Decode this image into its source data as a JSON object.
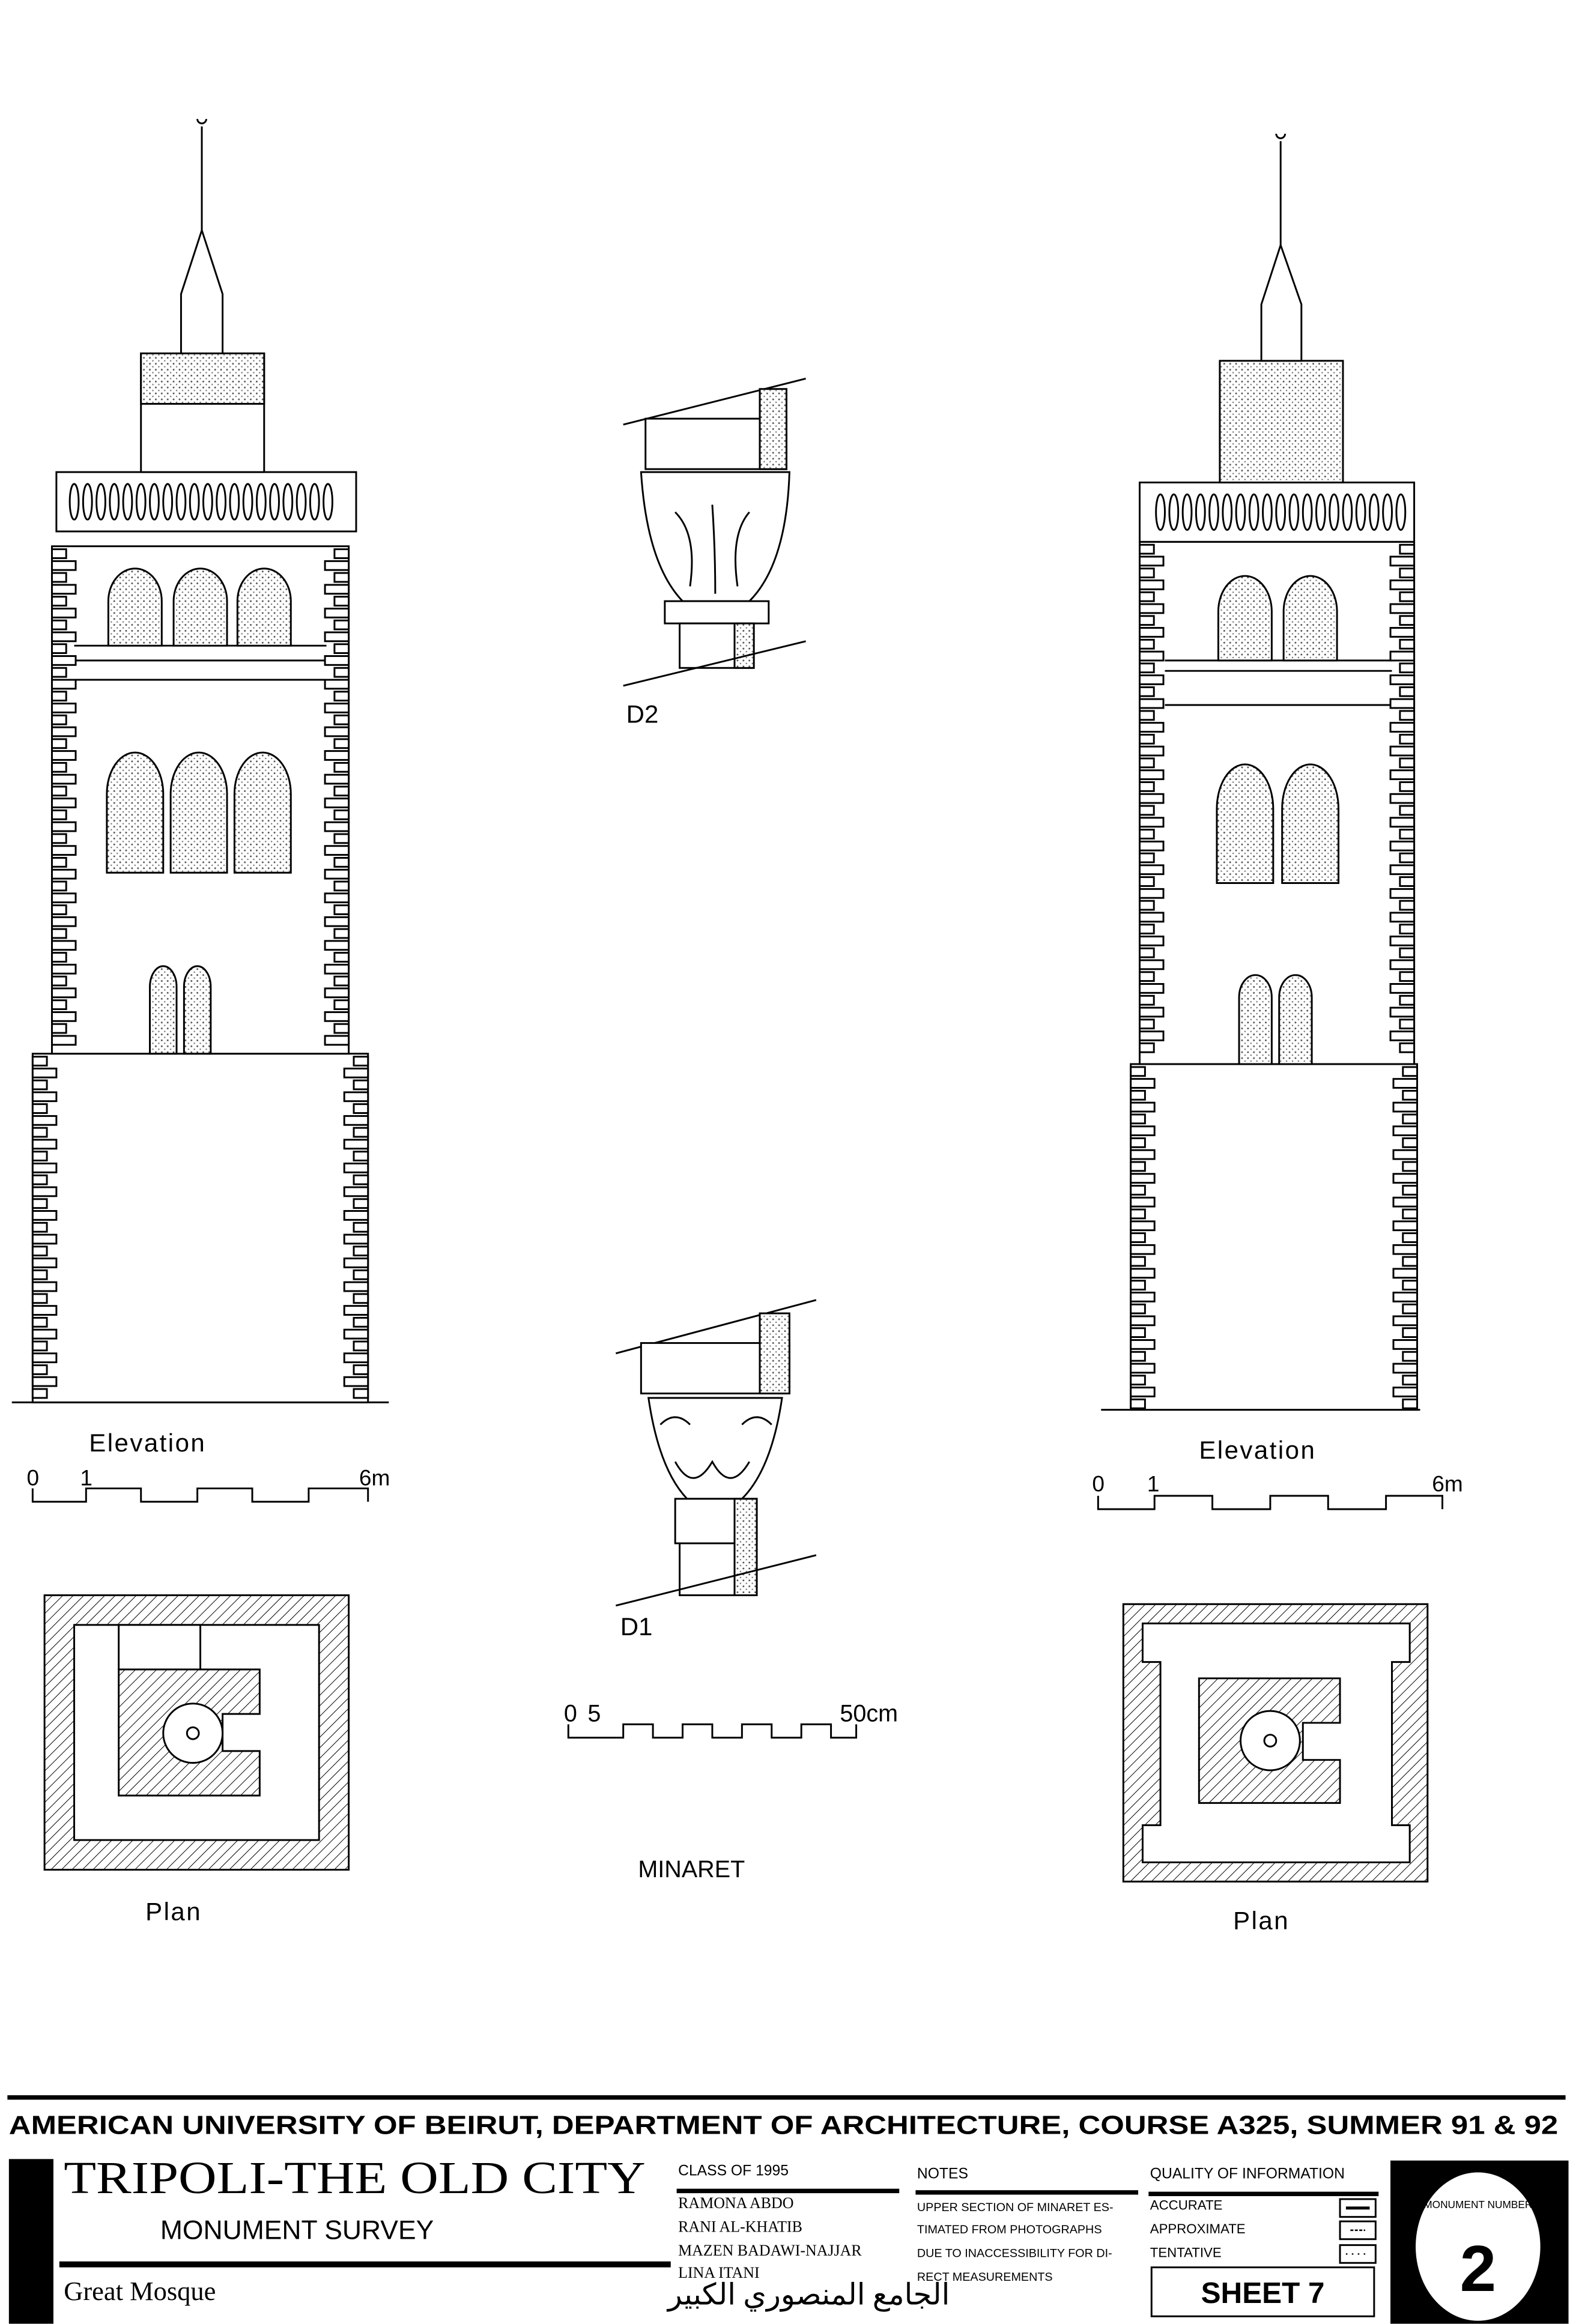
{
  "drawings": {
    "left_elevation_label": "Elevation",
    "right_elevation_label": "Elevation",
    "left_scale": {
      "start": "0",
      "one": "1",
      "end": "6m"
    },
    "right_scale": {
      "start": "0",
      "one": "1",
      "end": "6m"
    },
    "left_plan_label": "Plan",
    "right_plan_label": "Plan",
    "detail_d2_label": "D2",
    "detail_d1_label": "D1",
    "detail_scale": {
      "start": "0",
      "five": "5",
      "end": "50cm"
    },
    "center_title": "MINARET"
  },
  "title_block": {
    "header": "AMERICAN UNIVERSITY OF BEIRUT,  DEPARTMENT OF ARCHITECTURE,  COURSE A325,  SUMMER 91 & 92",
    "project_title": "TRIPOLI-THE OLD CITY",
    "project_subtitle": "MONUMENT SURVEY",
    "monument_name": "Great Mosque",
    "monument_name_arabic": "الجامع المنصوري الكبير",
    "class_heading": "CLASS OF 1995",
    "students": [
      "RAMONA ABDO",
      "RANI AL-KHATIB",
      "MAZEN BADAWI-NAJJAR",
      "LINA ITANI"
    ],
    "notes_heading": "NOTES",
    "notes_lines": [
      "UPPER SECTION OF MINARET ES-",
      "TIMATED FROM PHOTOGRAPHS",
      "DUE TO INACCESSIBILITY FOR DI-",
      "RECT MEASUREMENTS"
    ],
    "quality_heading": "QUALITY OF INFORMATION",
    "quality_levels": [
      "ACCURATE",
      "APPROXIMATE",
      "TENTATIVE"
    ],
    "sheet_label": "SHEET 7",
    "monument_number_label": "MONUMENT NUMBER",
    "monument_number": "2"
  }
}
